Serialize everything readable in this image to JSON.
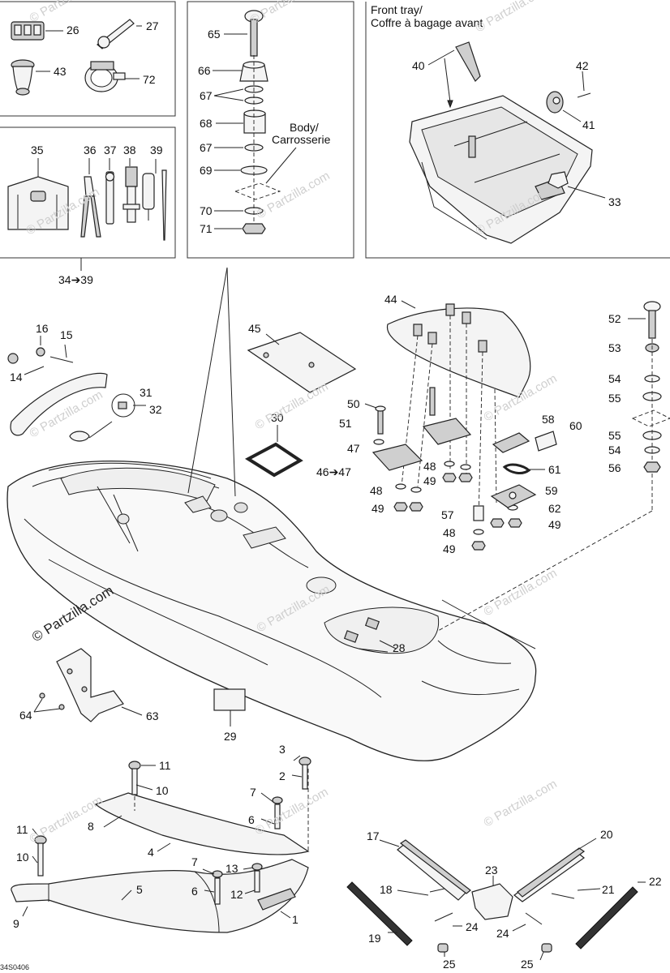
{
  "panels": {
    "front_tray_title_en": "Front tray/",
    "front_tray_title_fr": "Coffre à bagage avant",
    "body_label_en": "Body/",
    "body_label_fr": "Carrosserie"
  },
  "callouts": {
    "c26": "26",
    "c27": "27",
    "c43": "43",
    "c72": "72",
    "c35": "35",
    "c36": "36",
    "c37": "37",
    "c38": "38",
    "c39": "39",
    "c34_39": "34➔39",
    "c65": "65",
    "c66": "66",
    "c67a": "67",
    "c68": "68",
    "c67b": "67",
    "c69": "69",
    "c70": "70",
    "c71": "71",
    "c40": "40",
    "c42": "42",
    "c41": "41",
    "c33": "33",
    "c44": "44",
    "c45": "45",
    "c52": "52",
    "c53": "53",
    "c54a": "54",
    "c55a": "55",
    "c55b": "55",
    "c54b": "54",
    "c56": "56",
    "c16": "16",
    "c15": "15",
    "c14": "14",
    "c31": "31",
    "c32": "32",
    "c30": "30",
    "c50": "50",
    "c51": "51",
    "c47a": "47",
    "c46_47": "46➔47",
    "c48a": "48",
    "c49a": "49",
    "c48b": "48",
    "c49b": "49",
    "c58": "58",
    "c60": "60",
    "c61": "61",
    "c59": "59",
    "c62": "62",
    "c57": "57",
    "c48c": "48",
    "c49c": "49",
    "c49d": "49",
    "c28": "28",
    "c29": "29",
    "c63": "63",
    "c64": "64",
    "c11a": "11",
    "c10a": "10",
    "c3": "3",
    "c2": "2",
    "c7a": "7",
    "c6a": "6",
    "c8": "8",
    "c4": "4",
    "c11b": "11",
    "c10b": "10",
    "c7b": "7",
    "c13": "13",
    "c6b": "6",
    "c12": "12",
    "c5": "5",
    "c9": "9",
    "c1": "1",
    "c17": "17",
    "c20": "20",
    "c23": "23",
    "c18": "18",
    "c21": "21",
    "c22": "22",
    "c19": "19",
    "c24a": "24",
    "c24b": "24",
    "c25a": "25",
    "c25b": "25"
  },
  "watermark": {
    "brand": "© Partzilla.com"
  },
  "footer": {
    "drawing_code": "34S0406"
  }
}
